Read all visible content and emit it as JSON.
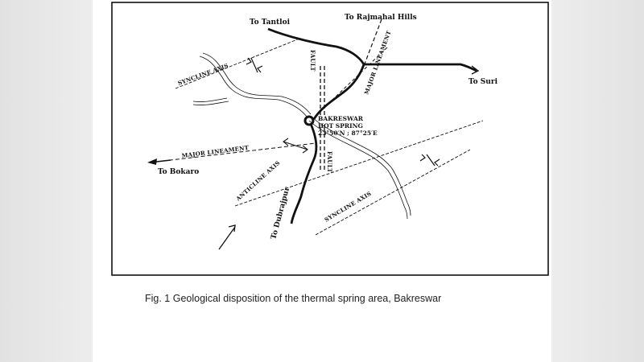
{
  "labels": {
    "to_tantloi": "To Tantloi",
    "to_rajmahal": "To Rajmahal Hills",
    "to_suri": "To Suri",
    "to_bokaro": "To Bokaro",
    "to_dubrajpur": "To Dubrajpur",
    "syncline_axis_top": "SYNCLINE AXIS",
    "syncline_axis_bottom": "SYNCLINE AXIS",
    "anticline_axis": "ANTICLINE AXIS",
    "major_lineament_left": "MAJOR LINEAMENT",
    "major_lineament_top": "MAJOR LINEAMENT",
    "fault_top": "FAULT",
    "fault_bottom": "FAULT",
    "bakreswar": "BAKRESWAR",
    "hot_spring": "HOT SPRING",
    "coords": "23°50′N ; 87°25′E"
  },
  "caption": "Fig. 1   Geological disposition of the thermal spring area, Bakreswar",
  "colors": {
    "ink": "#111111",
    "paper": "#ffffff",
    "background": "#e9e9e9"
  }
}
